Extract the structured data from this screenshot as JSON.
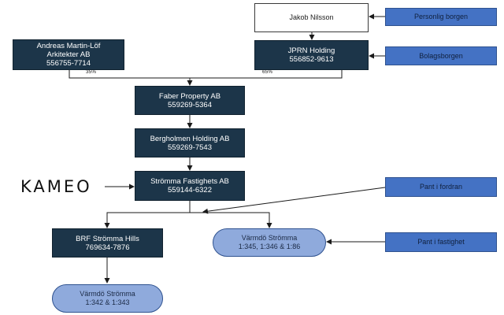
{
  "nodes": {
    "jakob": {
      "line1": "Jakob Nilsson"
    },
    "jprn": {
      "name": "JPRN Holding",
      "org": "556852-9613"
    },
    "andreas": {
      "name1": "Andreas Martin-Löf",
      "name2": "Arkitekter AB",
      "org": "556755-7714"
    },
    "faber": {
      "name": "Faber Property AB",
      "org": "559269-5364"
    },
    "bergholmen": {
      "name": "Bergholmen Holding AB",
      "org": "559269-7543"
    },
    "stromma_fast": {
      "name": "Strömma Fastighets AB",
      "org": "559144-6322"
    },
    "brf": {
      "name": "BRF Strömma Hills",
      "org": "769634-7876"
    },
    "pill_right": {
      "name": "Värmdö Strömma",
      "parcels": "1:345, 1:346 & 1:86"
    },
    "pill_bottom": {
      "name": "Värmdö Strömma",
      "parcels": "1:342 & 1:343"
    }
  },
  "labels": {
    "personlig_borgen": "Personlig borgen",
    "bolagsborgen": "Bolagsborgen",
    "pant_i_fordran": "Pant i fordran",
    "pant_i_fastighet": "Pant i fastighet"
  },
  "ownership": {
    "andreas_pct": "35%",
    "jprn_pct": "65%"
  },
  "logo": {
    "text": "KAMEO"
  },
  "colors": {
    "company_box": "#1c3549",
    "side_label": "#4472c4",
    "property_pill": "#8faadc",
    "connector": "#1a1a1a"
  }
}
